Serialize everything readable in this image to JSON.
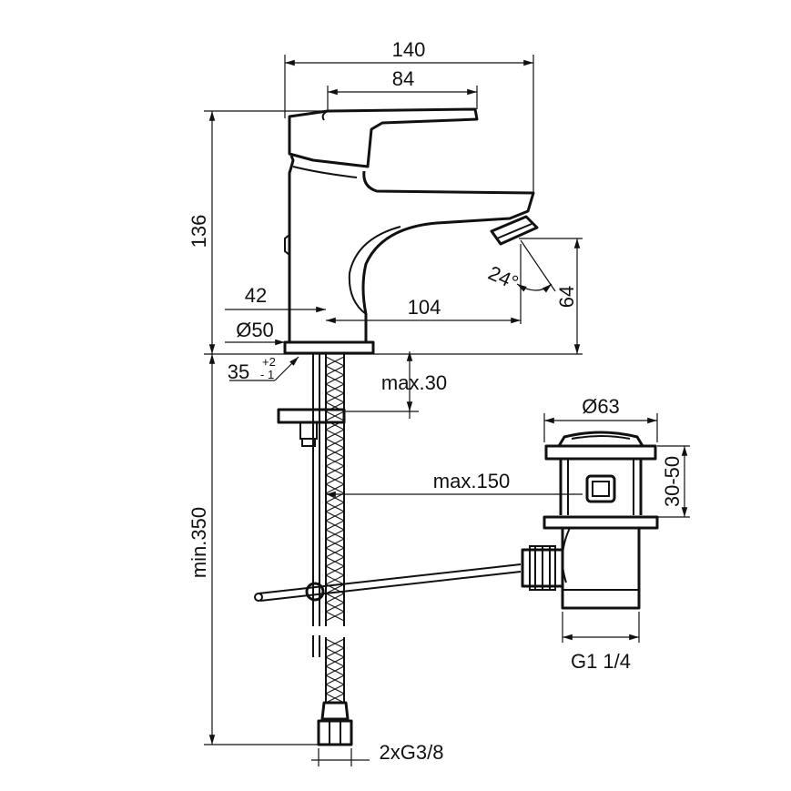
{
  "dimensions": {
    "width_total": "140",
    "lever_length": "84",
    "height": "136",
    "base_offset": "42",
    "spout_reach": "104",
    "base_diameter": "Ø50",
    "hole_diameter": "35",
    "hole_tol_plus": "+2",
    "hole_tol_minus": "- 1",
    "max_thickness": "max.30",
    "max_150": "max.150",
    "min_hose": "min.350",
    "spout_height": "64",
    "angle": "24°",
    "drain_diameter": "Ø63",
    "drain_range": "30-50",
    "drain_thread": "G1 1/4",
    "hose_thread": "2xG3/8"
  }
}
